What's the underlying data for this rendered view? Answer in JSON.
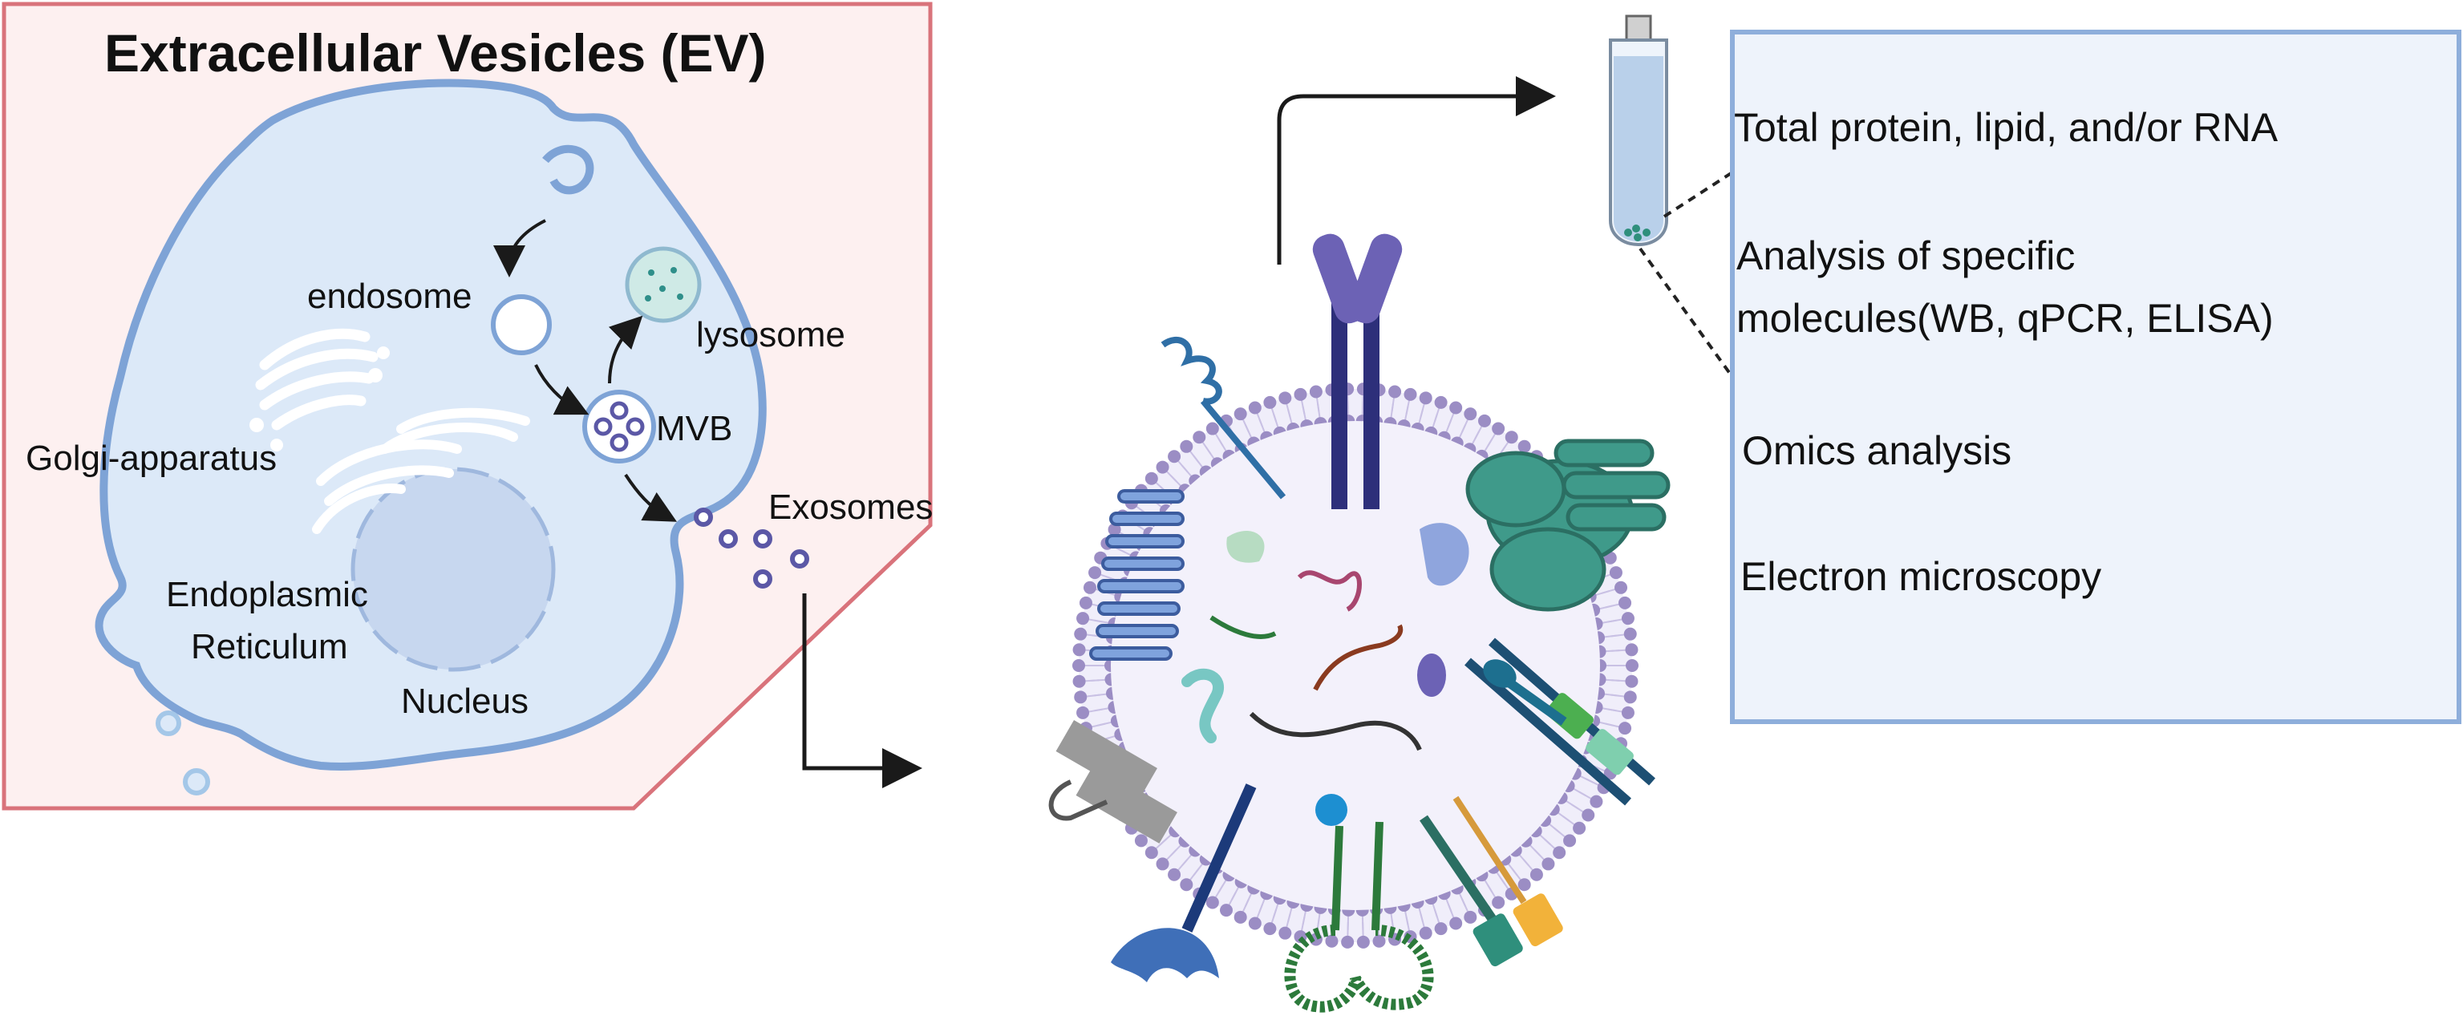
{
  "title": "Extracellular Vesicles (EV)",
  "cell_labels": {
    "endosome": "endosome",
    "lysosome": "lysosome",
    "mvb": "MVB",
    "golgi": "Golgi-apparatus",
    "exosomes": "Exosomes",
    "er_line1": "Endoplasmic",
    "er_line2": "Reticulum",
    "nucleus": "Nucleus"
  },
  "analysis": {
    "item1": "Total protein, lipid, and/or RNA",
    "item2_line1": "Analysis of specific",
    "item2_line2": "molecules(WB, qPCR, ELISA)",
    "item3": "Omics analysis",
    "item4": "Electron microscopy"
  },
  "colors": {
    "panel_fill": "#fdf0f0",
    "panel_border": "#d9737b",
    "cell_fill": "#dce9f8",
    "cell_stroke": "#7ea3d6",
    "box_fill": "#eef3fb",
    "box_stroke": "#8eaedb",
    "membrane": "#9b8dc4"
  }
}
